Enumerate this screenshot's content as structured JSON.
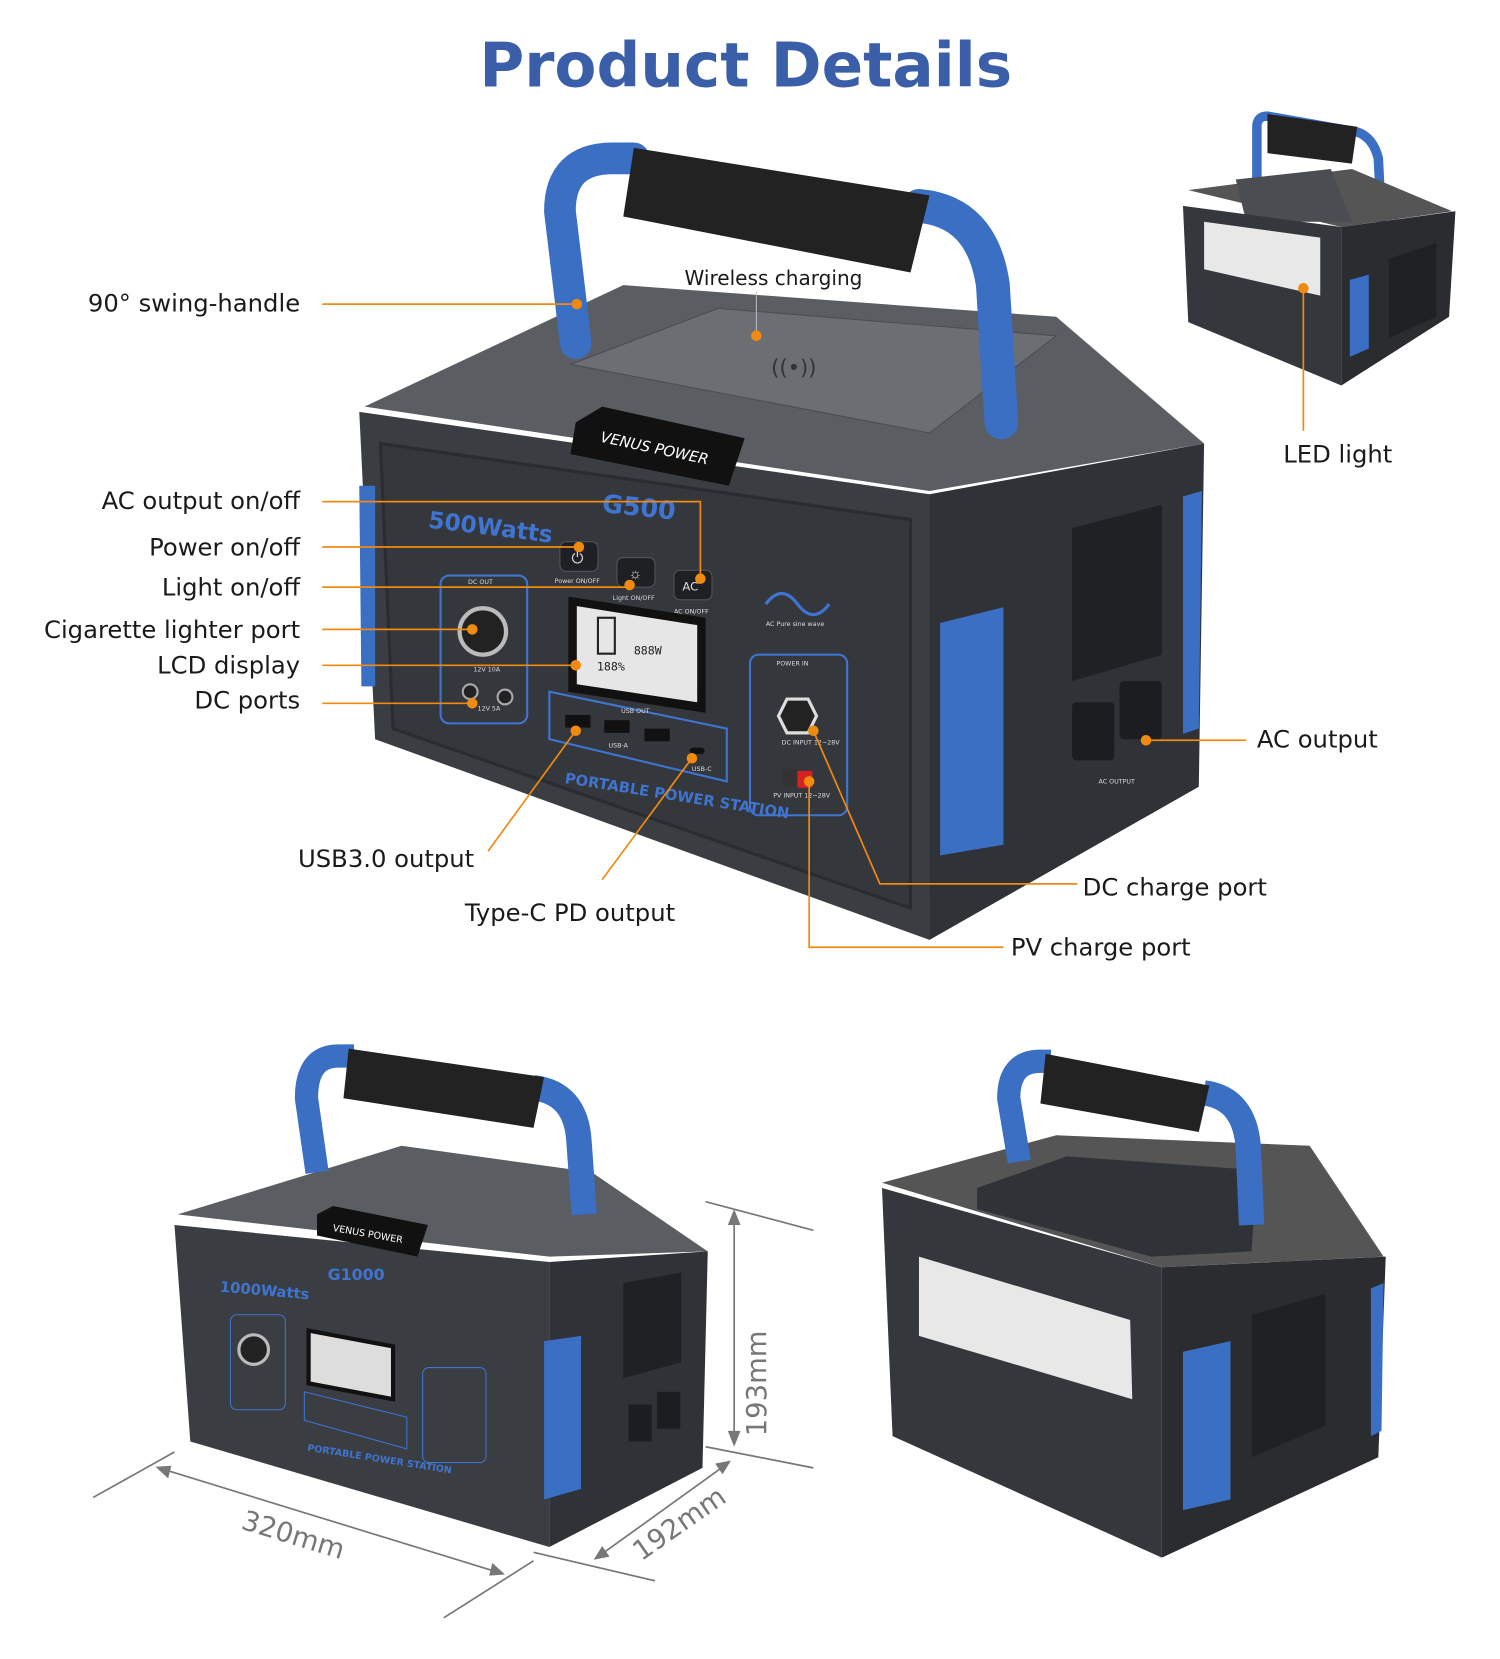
{
  "title": "Product Details",
  "callouts": {
    "swing_handle": "90° swing-handle",
    "wireless_charging": "Wireless charging",
    "ac_onoff": "AC output on/off",
    "power_onoff": "Power on/off",
    "light_onoff": "Light on/off",
    "cigarette_port": "Cigarette lighter port",
    "lcd_display": "LCD display",
    "dc_ports": "DC ports",
    "usb_output": "USB3.0 output",
    "typec_output": "Type-C PD output",
    "dc_charge": "DC charge port",
    "pv_charge": "PV charge port",
    "ac_output": "AC output",
    "led_light": "LED light"
  },
  "dimensions": {
    "height": "193mm",
    "width": "320mm",
    "depth": "192mm"
  },
  "product_markings": {
    "brand": "VENUS POWER",
    "model_main": "G500",
    "watts_main": "500Watts",
    "model_small": "G1000",
    "watts_small": "1000Watts",
    "portable": "PORTABLE POWER STATION",
    "power_btn": "Power ON/OFF",
    "light_btn": "Light ON/OFF",
    "ac_btn": "AC",
    "ac_btn_label": "AC ON/OFF",
    "dc_out": "DC OUT",
    "dc_12v10a": "12V 10A",
    "dc_12v5a": "12V 5A",
    "usb_out": "USB OUT",
    "usb_a": "USB-A",
    "usb_c": "USB-C",
    "sine": "AC Pure sine wave",
    "power_in": "POWER IN",
    "dc_input": "DC INPUT 12~28V",
    "pv_input": "PV INPUT 12~28V",
    "ac_output_mark": "AC OUTPUT",
    "lcd_percent": "188%",
    "lcd_value": "888W"
  },
  "colors": {
    "title": "#3a5fa8",
    "leader": "#f08a10",
    "body": "#3a3d42",
    "accent_blue": "#3a6fc4"
  },
  "icons": [
    "power-icon",
    "bulb-icon",
    "wireless-charging-icon",
    "sine-wave-icon",
    "battery-icon"
  ]
}
